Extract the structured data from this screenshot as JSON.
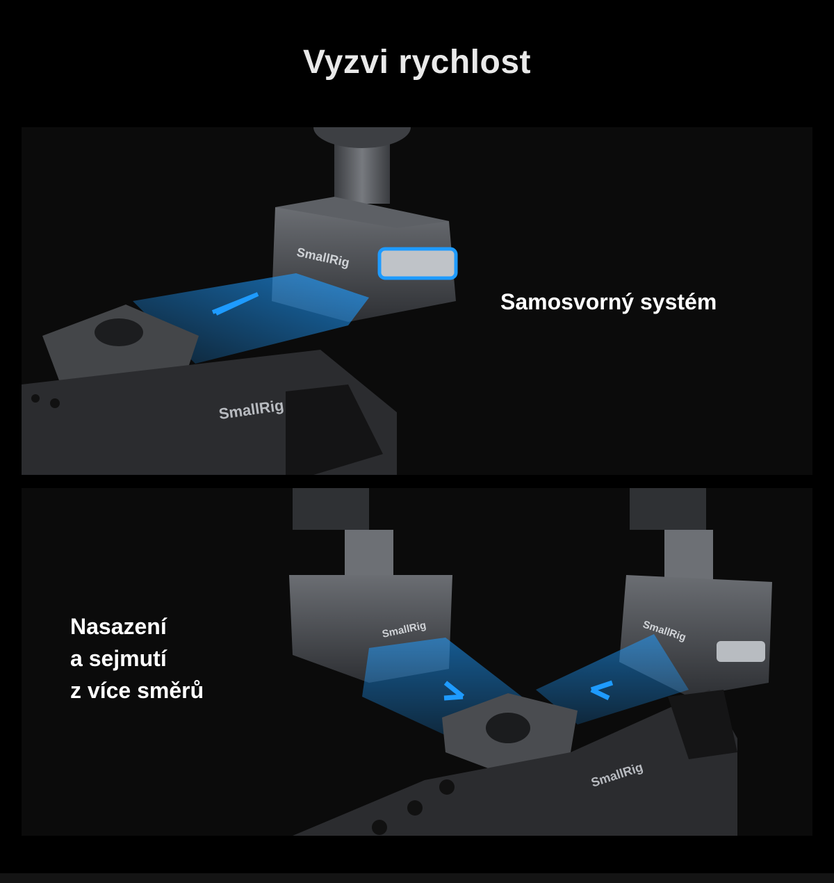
{
  "heading": "Vyzvi rychlost",
  "panels": [
    {
      "caption_lines": [
        "Samosvorný systém"
      ],
      "brand_marks": [
        "SmallRig",
        "SmallRig"
      ]
    },
    {
      "caption_lines": [
        "Nasazení",
        "a sejmutí",
        "z více směrů"
      ],
      "brand_marks": [
        "SmallRig",
        "SmallRig",
        "SmallRig"
      ]
    }
  ],
  "colors": {
    "background": "#000000",
    "panel": "#0b0b0b",
    "accent_blue": "#1e9bff",
    "metal": "#4a4d52"
  }
}
